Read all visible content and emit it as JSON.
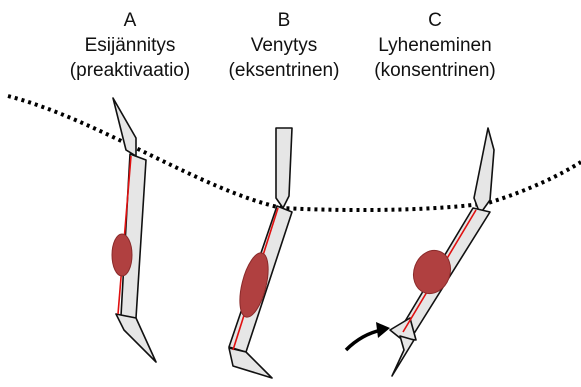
{
  "phases": [
    {
      "letter": "A",
      "name": "Esijännitys",
      "desc": "(preaktivaatio)"
    },
    {
      "letter": "B",
      "name": "Venytys",
      "desc": "(eksentrinen)"
    },
    {
      "letter": "C",
      "name": "Lyheneminen",
      "desc": "(konsentrinen)"
    }
  ],
  "colors": {
    "bone_fill": "#e6e6e6",
    "bone_stroke": "#111111",
    "muscle_fill": "#b04040",
    "muscle_stroke": "#8a2a2a",
    "tendon_line": "#e01010",
    "ground_line": "#000000"
  }
}
